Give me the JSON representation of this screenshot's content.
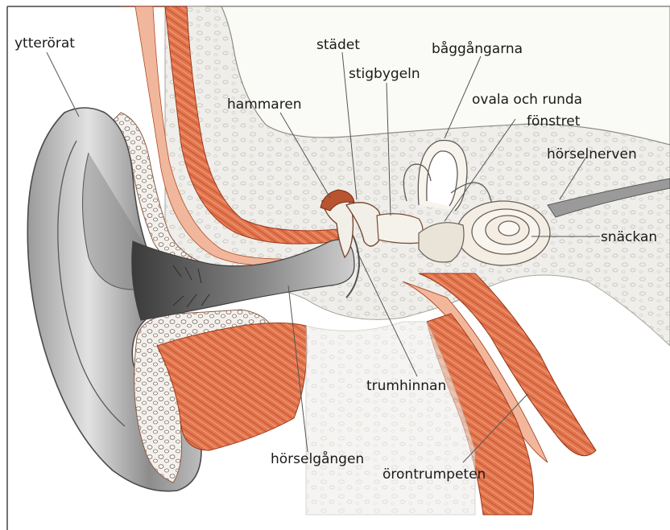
{
  "diagram": {
    "labels": {
      "ytterorat": "ytterörat",
      "stadet": "städet",
      "baggangarna": "båggångarna",
      "stigbygeln": "stigbygeln",
      "hammaren": "hammaren",
      "ovala_och_runda": "ovala och runda",
      "fonstret": "fönstret",
      "horselnerven": "hörselnerven",
      "snackan": "snäckan",
      "trumhinnan": "trumhinnan",
      "horselgangen": "hörselgången",
      "orontrumpeten": "örontrumpeten"
    },
    "colors": {
      "muscle": "#d9663f",
      "muscle_light": "#eea283",
      "bone": "#efeeea",
      "skin_dark": "#6a6a6a",
      "skin_light": "#d6d6d6",
      "nerve": "#8a8a8a",
      "frame": "#444444"
    }
  }
}
